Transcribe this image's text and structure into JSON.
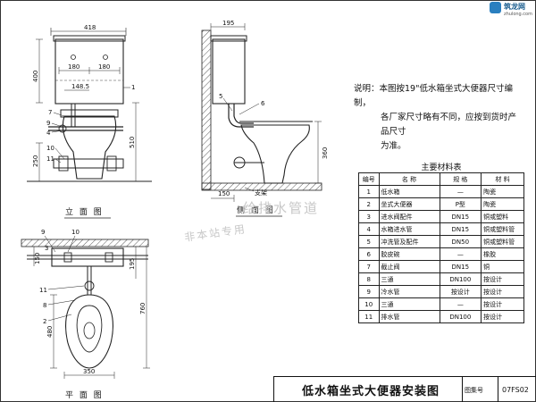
{
  "logo": {
    "name": "筑龙网",
    "url": "zhulong.com"
  },
  "views": {
    "front": "立 面 图",
    "side": "侧 面 图",
    "plan": "平 面 图"
  },
  "dims": {
    "front_width": "418",
    "front_180a": "180",
    "front_180b": "180",
    "front_148": "148.5",
    "front_400": "400",
    "front_510": "510",
    "front_250": "250",
    "side_195": "195",
    "side_360": "360",
    "side_150": "150",
    "side_bracket": "支架",
    "plan_150": "150",
    "plan_195": "195",
    "plan_760": "760",
    "plan_480": "480",
    "plan_350": "350"
  },
  "callouts": {
    "front": [
      "1",
      "7",
      "9",
      "4",
      "10",
      "11"
    ],
    "side": [
      "5",
      "6"
    ],
    "plan": [
      "9",
      "10",
      "3",
      "11",
      "8",
      "2"
    ]
  },
  "note": {
    "line1": "说明：本图按19\"低水箱坐式大便器尺寸编制，",
    "line2": "各厂家尺寸略有不同，应按到货时产品尺寸",
    "line3": "为准。"
  },
  "materials": {
    "title": "主要材料表",
    "headers": [
      "编号",
      "名  称",
      "规 格",
      "材 料"
    ],
    "rows": [
      [
        "1",
        "低水箱",
        "—",
        "陶瓷"
      ],
      [
        "2",
        "坐式大便器",
        "P型",
        "陶瓷"
      ],
      [
        "3",
        "进水阀配件",
        "DN15",
        "铜或塑料"
      ],
      [
        "4",
        "水箱进水管",
        "DN15",
        "铜或塑料管"
      ],
      [
        "5",
        "冲洗管及配件",
        "DN50",
        "铜或塑料管"
      ],
      [
        "6",
        "胶皮碗",
        "—",
        "橡胶"
      ],
      [
        "7",
        "截止阀",
        "DN15",
        "铜"
      ],
      [
        "8",
        "三通",
        "DN100",
        "按设计"
      ],
      [
        "9",
        "冷水管",
        "按设计",
        "按设计"
      ],
      [
        "10",
        "三通",
        "—",
        "按设计"
      ],
      [
        "11",
        "排水管",
        "DN100",
        "按设计"
      ]
    ]
  },
  "title_block": {
    "title": "低水箱坐式大便器安装图",
    "atlas_label": "图集号",
    "atlas_no": "07FS02"
  },
  "watermark": {
    "text1": "给排水管道",
    "text2": "非本站专用"
  }
}
